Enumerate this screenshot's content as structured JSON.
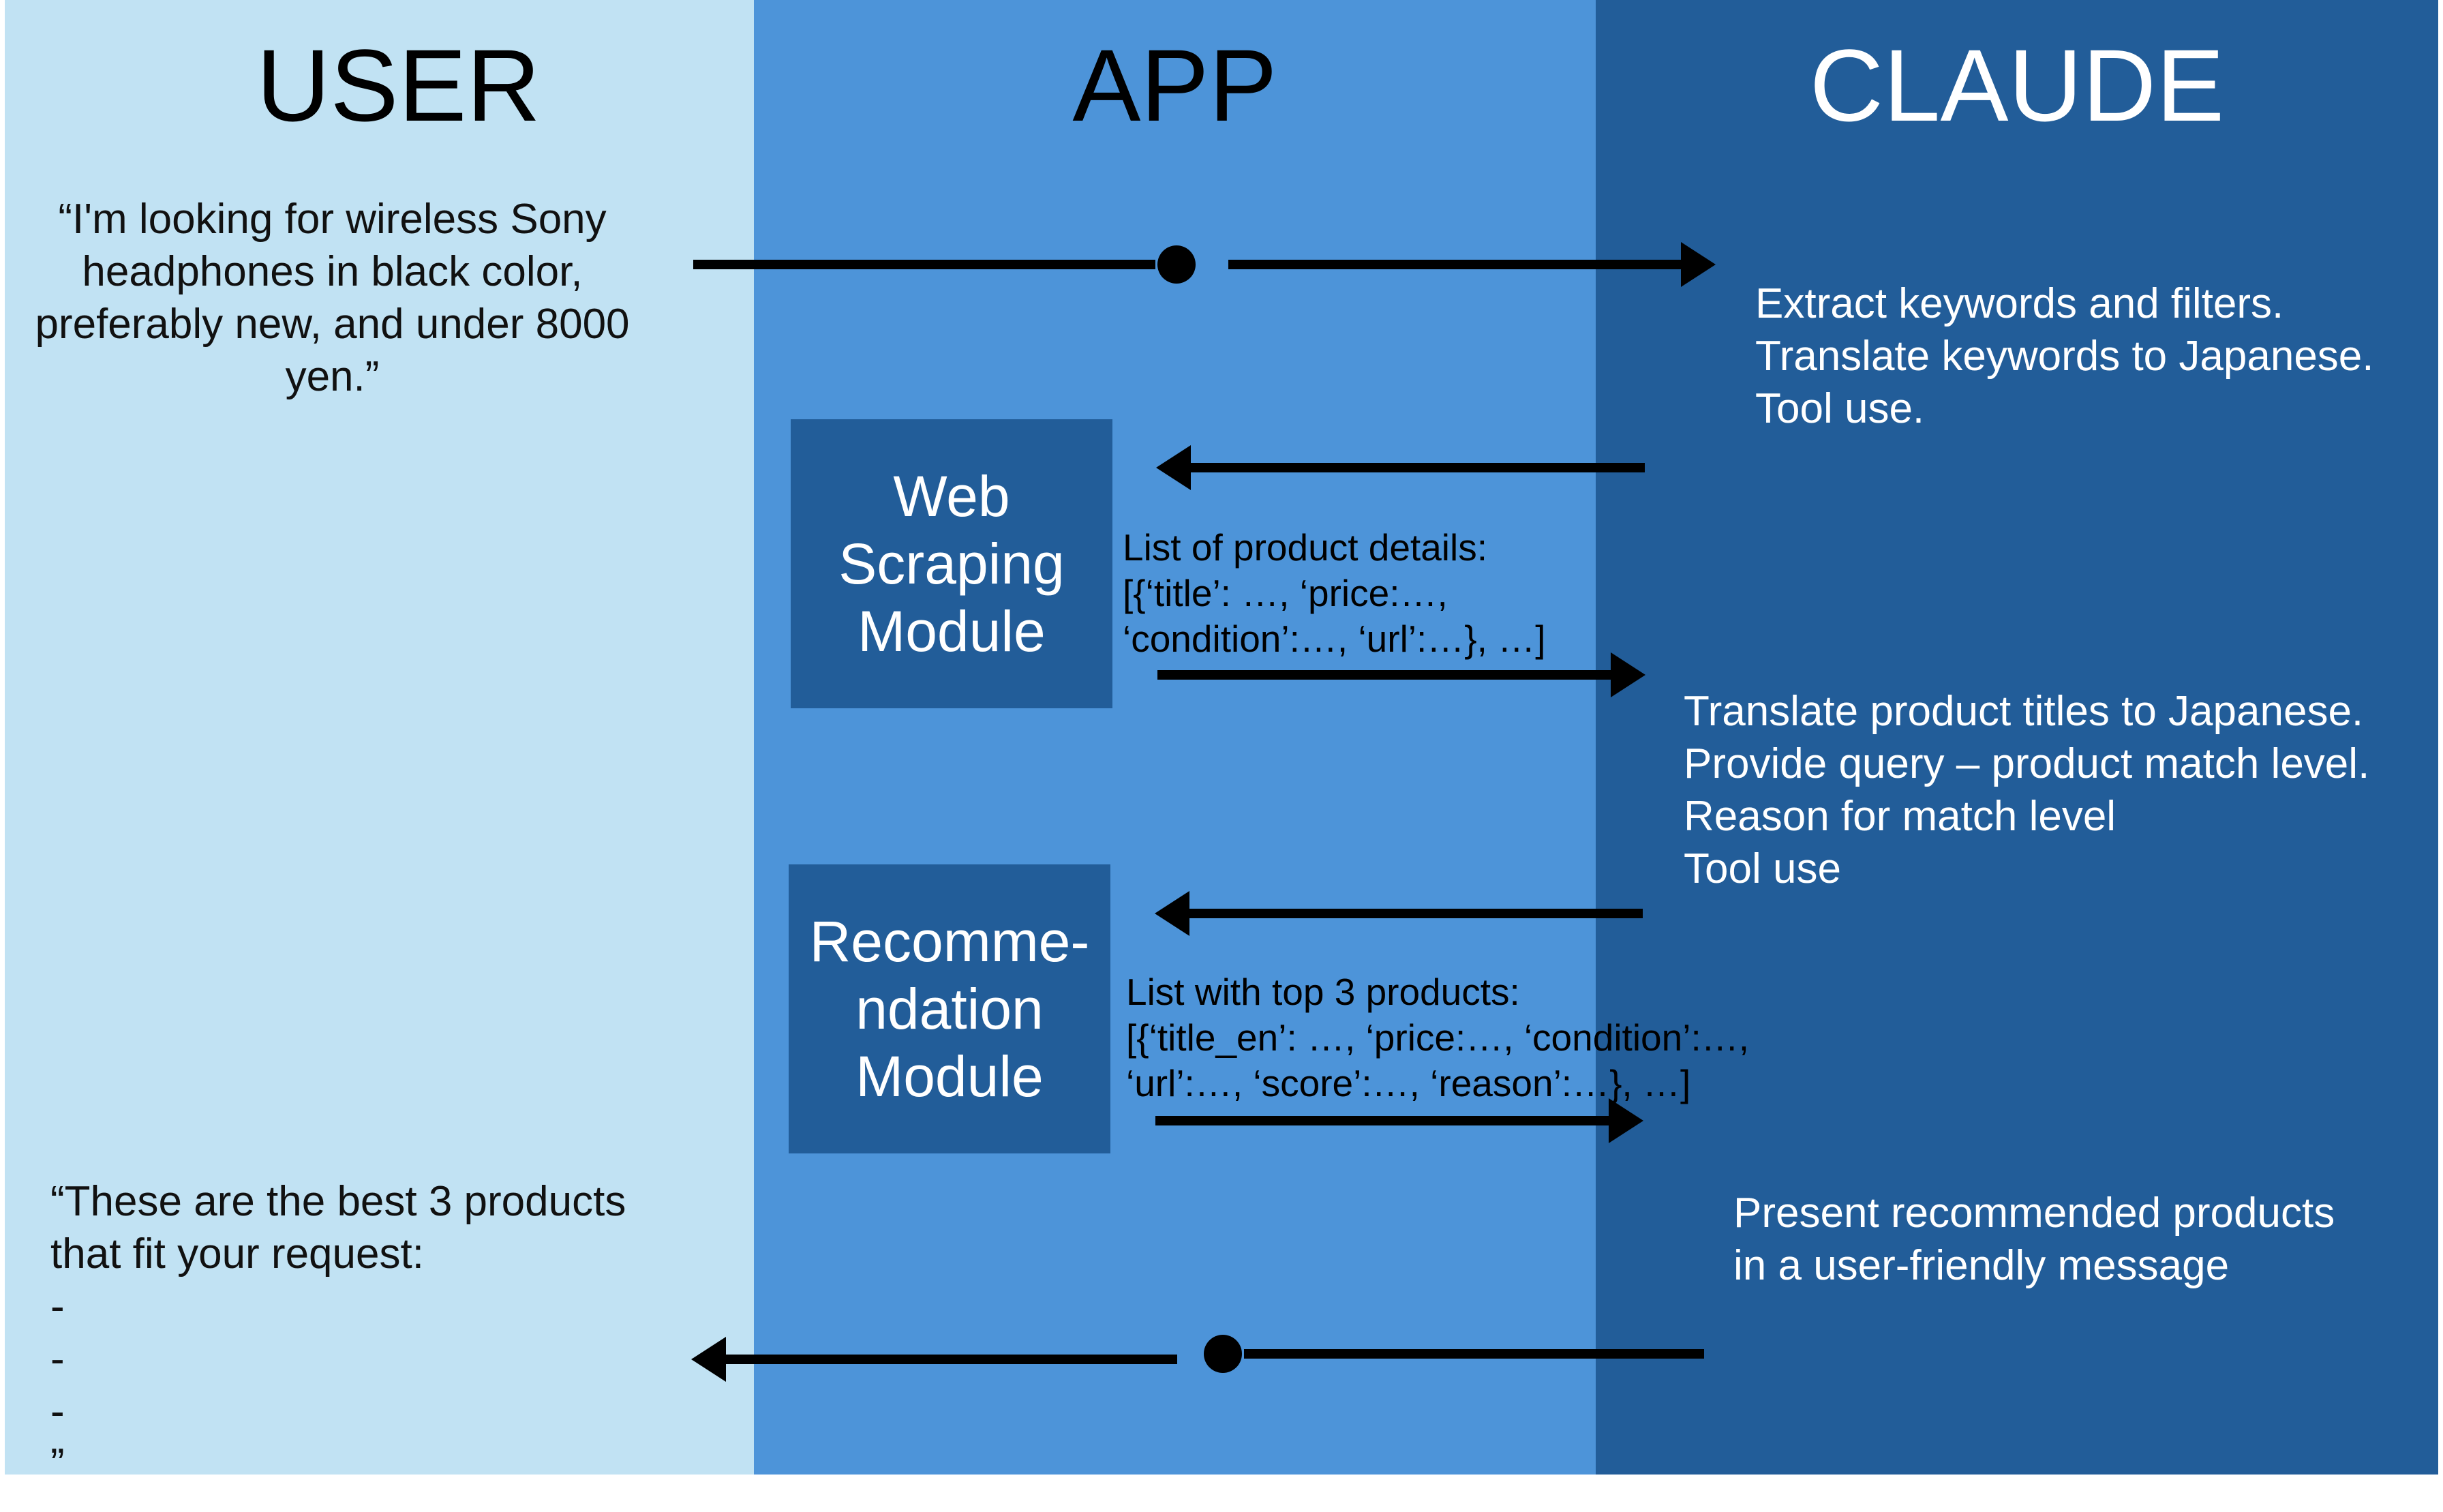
{
  "columns": {
    "user": {
      "title": "USER",
      "color": "#c1e2f3"
    },
    "app": {
      "title": "APP",
      "color": "#4d94d9"
    },
    "claude": {
      "title": "CLAUDE",
      "color": "#225d99"
    }
  },
  "user": {
    "request": "“I'm looking for wireless Sony\nheadphones in black color,\npreferably new, and under 8000\nyen.”",
    "response": "“These are the best 3 products\nthat fit your request:\n-\n-\n-\n”"
  },
  "app": {
    "web_module": "Web\nScraping\nModule",
    "recommendation_module": "Recomme-\nndation\nModule",
    "product_list": "List of product details:\n[{‘title’: …, ‘price:…,\n‘condition’:…, ‘url’:…}, …]",
    "top_list": "List with top 3 products:\n[{‘title_en’: …, ‘price:…, ‘condition’:…,\n‘url’:…, ‘score’:…, ‘reason’:…}, …]"
  },
  "claude": {
    "step1": "Extract keywords and filters.\nTranslate keywords to Japanese.\nTool use.",
    "step2": "Translate product titles to Japanese.\nProvide query – product match level.\nReason for match level\nTool use",
    "step3": "Present recommended products\nin a user-friendly message"
  }
}
